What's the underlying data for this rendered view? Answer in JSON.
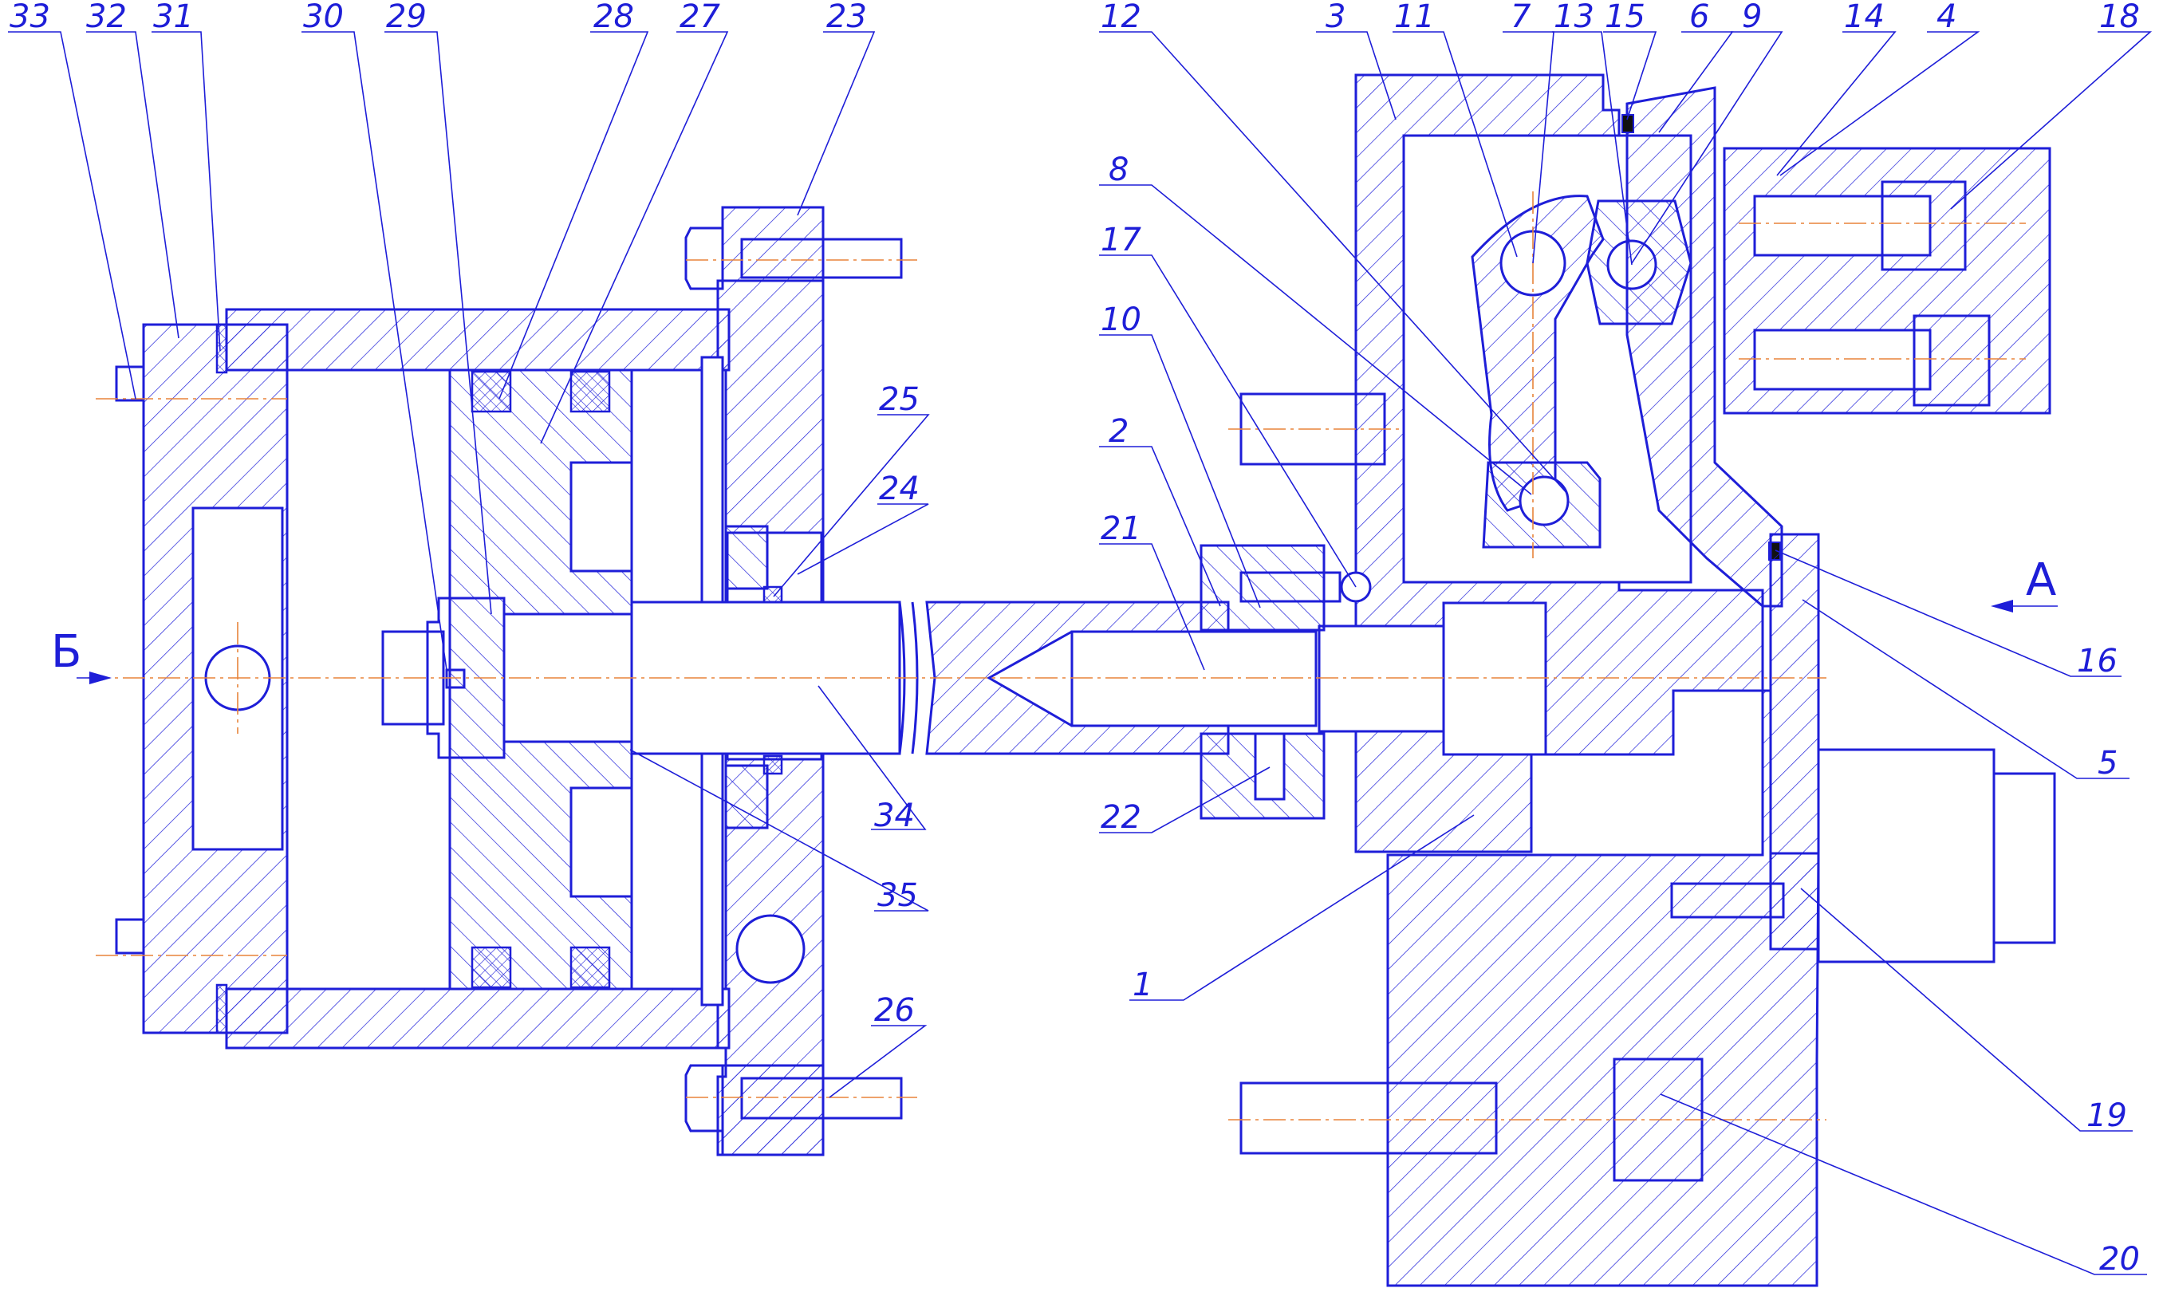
{
  "drawing": {
    "view_labels": {
      "left": "Б",
      "right": "А"
    },
    "callouts": [
      {
        "n": "33"
      },
      {
        "n": "32"
      },
      {
        "n": "31"
      },
      {
        "n": "30"
      },
      {
        "n": "29"
      },
      {
        "n": "28"
      },
      {
        "n": "27"
      },
      {
        "n": "23"
      },
      {
        "n": "25"
      },
      {
        "n": "24"
      },
      {
        "n": "34"
      },
      {
        "n": "35"
      },
      {
        "n": "26"
      },
      {
        "n": "12"
      },
      {
        "n": "8"
      },
      {
        "n": "17"
      },
      {
        "n": "10"
      },
      {
        "n": "2"
      },
      {
        "n": "21"
      },
      {
        "n": "22"
      },
      {
        "n": "1"
      },
      {
        "n": "3"
      },
      {
        "n": "11"
      },
      {
        "n": "7"
      },
      {
        "n": "13"
      },
      {
        "n": "15"
      },
      {
        "n": "6"
      },
      {
        "n": "9"
      },
      {
        "n": "14"
      },
      {
        "n": "4"
      },
      {
        "n": "18"
      },
      {
        "n": "16"
      },
      {
        "n": "5"
      },
      {
        "n": "19"
      },
      {
        "n": "20"
      }
    ],
    "colors": {
      "line": "#1e1ed8",
      "axis": "#e8843a",
      "background": "#ffffff"
    }
  }
}
